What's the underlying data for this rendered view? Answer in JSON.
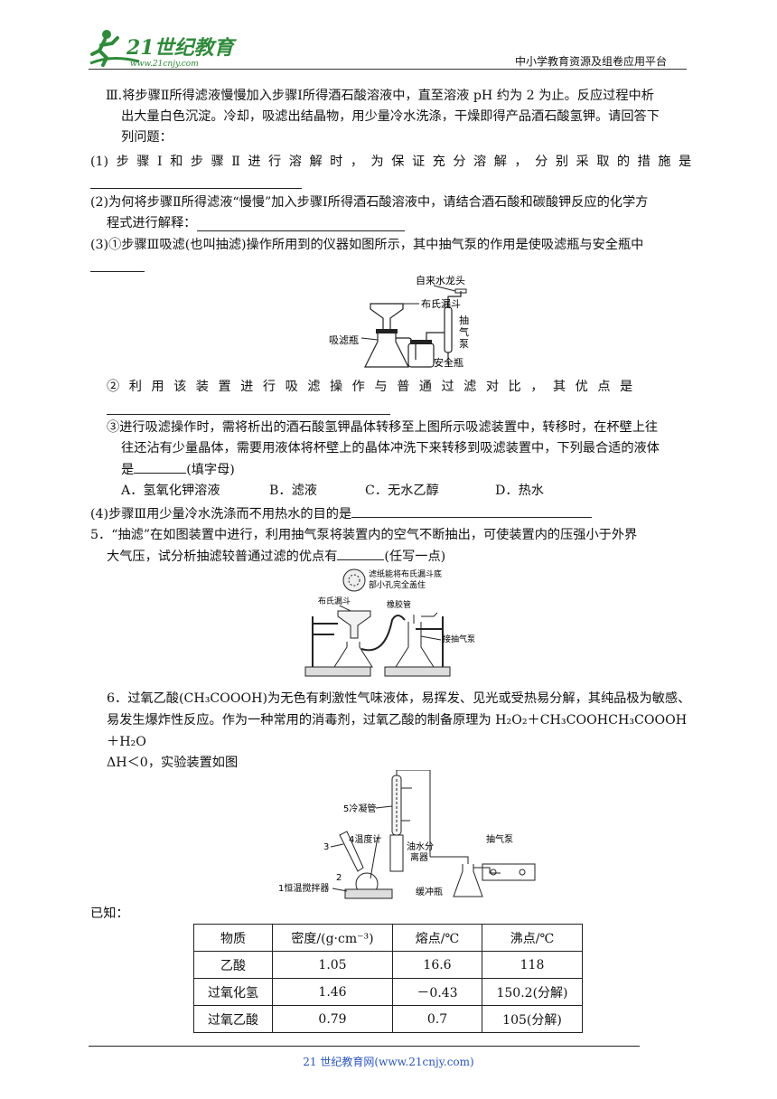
{
  "header": {
    "logo_text": "21世纪教育",
    "logo_url_text": "www.21cnjy.com",
    "platform": "中小学教育资源及组卷应用平台"
  },
  "lines": {
    "l1": "Ⅲ.将步骤Ⅱ所得滤液慢慢加入步骤Ⅰ所得酒石酸溶液中，直至溶液 pH 约为 2 为止。反应过程中析",
    "l2": "出大量白色沉淀。冷却，吸滤出结晶物，用少量冷水洗涤，干燥即得产品酒石酸氢钾。请回答下",
    "l3": "列问题：",
    "q1": "(1) 步 骤 Ⅰ 和 步 骤 Ⅱ 进 行 溶 解 时 ， 为 保 证 充 分 溶 解 ， 分 别 采 取 的 措 施 是",
    "q2a": "(2)为何将步骤Ⅱ所得滤液“慢慢”加入步骤Ⅰ所得酒石酸溶液中，请结合酒石酸和碳酸钾反应的化学方",
    "q2b": "程式进行解释：",
    "q3a": "(3)①步骤Ⅲ吸滤(也叫抽滤)操作所用到的仪器如图所示，其中抽气泵的作用是使吸滤瓶与安全瓶中",
    "q3b": "② 利 用 该 装 置 进 行 吸 滤 操 作 与 普 通 过 滤 对 比 ， 其 优 点 是",
    "q3c1": "③进行吸滤操作时，需将析出的酒石酸氢钾晶体转移至上图所示吸滤装置中，转移时，在杯壁上往",
    "q3c2": "往还沾有少量晶体，需要用液体将杯壁上的晶体冲洗下来转移到吸滤装置中，下列最合适的液体",
    "q3c3a": "是",
    "q3c3b": "(填字母)",
    "optA": "A．氢氧化钾溶液",
    "optB": "B．滤液",
    "optC": "C．无水乙醇",
    "optD": "D．热水",
    "q4": "(4)步骤Ⅲ用少量冷水洗涤而不用热水的目的是",
    "q5a": "5．“抽滤”在如图装置中进行，利用抽气泵将装置内的空气不断抽出，可使装置内的压强小于外界",
    "q5b1": "大气压，试分析抽滤较普通过滤的优点有",
    "q5b2": "(任写一点)",
    "q6a": "6．过氧乙酸(CH₃COOOH)为无色有刺激性气味液体，易挥发、见光或受热易分解，其纯品极为敏感、",
    "q6b": "易发生爆炸性反应。作为一种常用的消毒剂，过氧乙酸的制备原理为 H₂O₂＋CH₃COOHCH₃COOOH",
    "q6c": "＋H₂O",
    "q6d": "ΔH＜0，实验装置如图",
    "known": "已知："
  },
  "fig1": {
    "tap": "自来水龙头",
    "funnel": "布氏漏斗",
    "pump": [
      "抽",
      "气",
      "泵"
    ],
    "flask": "吸滤瓶",
    "safety": "安全瓶"
  },
  "fig2": {
    "note1": "滤纸能将布氏漏斗底",
    "note2": "部小孔完全盖住",
    "funnel": "布氏漏斗",
    "tube": "橡胶管",
    "pump": "接抽气泵"
  },
  "fig3": {
    "condenser": "5冷凝管",
    "thermo": "4温度计",
    "separator1": "油水分",
    "separator2": "离器",
    "n3": "3",
    "n2": "2",
    "stirrer": "1恒温搅拌器",
    "buffer": "缓冲瓶",
    "pump": "抽气泵"
  },
  "table": {
    "headers": [
      "物质",
      "密度/(g·cm⁻³)",
      "熔点/℃",
      "沸点/℃"
    ],
    "rows": [
      [
        "乙酸",
        "1.05",
        "16.6",
        "118"
      ],
      [
        "过氧化氢",
        "1.46",
        "－0.43",
        "150.2(分解)"
      ],
      [
        "过氧乙酸",
        "0.79",
        "0.7",
        "105(分解)"
      ]
    ]
  },
  "footer": "21 世纪教育网(www.21cnjy.com)"
}
